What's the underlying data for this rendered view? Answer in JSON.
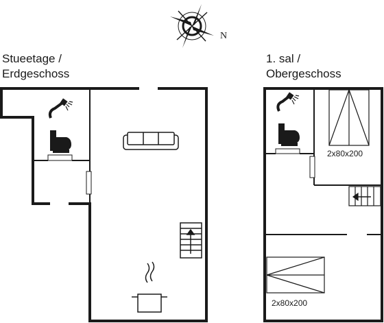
{
  "compass": {
    "north_label": "N",
    "icon": "compass-rose-icon"
  },
  "ground_floor": {
    "title_line1": "Stueetage /",
    "title_line2": "Erdgeschoss",
    "icons": [
      "shower-icon",
      "toilet-icon",
      "sofa-icon",
      "stairs-up-icon",
      "stove-pot-icon"
    ]
  },
  "first_floor": {
    "title_line1": "1. sal /",
    "title_line2": "Obergeschoss",
    "bed_upper": "2x80x200",
    "bed_lower": "2x80x200",
    "icons": [
      "shower-icon",
      "toilet-icon",
      "stairs-down-icon"
    ]
  },
  "colors": {
    "wall": "#1a1a1a",
    "background": "#ffffff"
  }
}
